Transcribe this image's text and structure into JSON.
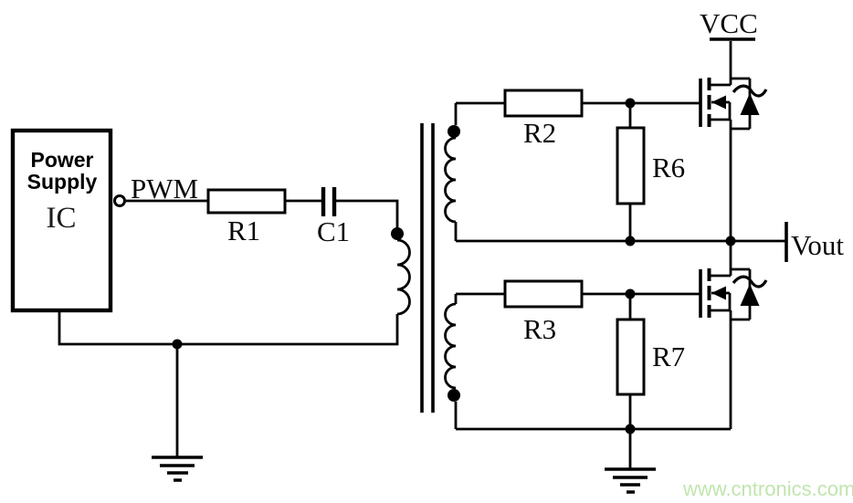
{
  "colors": {
    "line": "#000000",
    "background": "#ffffff",
    "watermark": "#c0e5ae"
  },
  "labels": {
    "ic_line1": "Power",
    "ic_line2": "Supply",
    "ic_line3": "IC",
    "pwm": "PWM",
    "r1": "R1",
    "c1": "C1",
    "r2": "R2",
    "r6": "R6",
    "r3": "R3",
    "r7": "R7",
    "vcc": "VCC",
    "vout": "Vout"
  },
  "watermark": {
    "text": "www.cntronics.com"
  },
  "components": [
    {
      "id": "power-supply-ic",
      "type": "ic",
      "label": "Power Supply IC",
      "output": "PWM"
    },
    {
      "id": "r1",
      "type": "resistor",
      "label": "R1",
      "orientation": "horizontal"
    },
    {
      "id": "c1",
      "type": "capacitor",
      "label": "C1",
      "orientation": "series"
    },
    {
      "id": "t1",
      "type": "transformer",
      "windings": 3,
      "polarity_dots": 3
    },
    {
      "id": "r2",
      "type": "resistor",
      "label": "R2",
      "orientation": "horizontal"
    },
    {
      "id": "r6",
      "type": "resistor",
      "label": "R6",
      "orientation": "vertical"
    },
    {
      "id": "r3",
      "type": "resistor",
      "label": "R3",
      "orientation": "horizontal"
    },
    {
      "id": "r7",
      "type": "resistor",
      "label": "R7",
      "orientation": "vertical"
    },
    {
      "id": "q1",
      "type": "n-channel-mosfet-with-body-diode",
      "drain": "VCC",
      "source": "Vout"
    },
    {
      "id": "q2",
      "type": "n-channel-mosfet-with-body-diode",
      "drain": "Vout",
      "source": "GND"
    }
  ]
}
